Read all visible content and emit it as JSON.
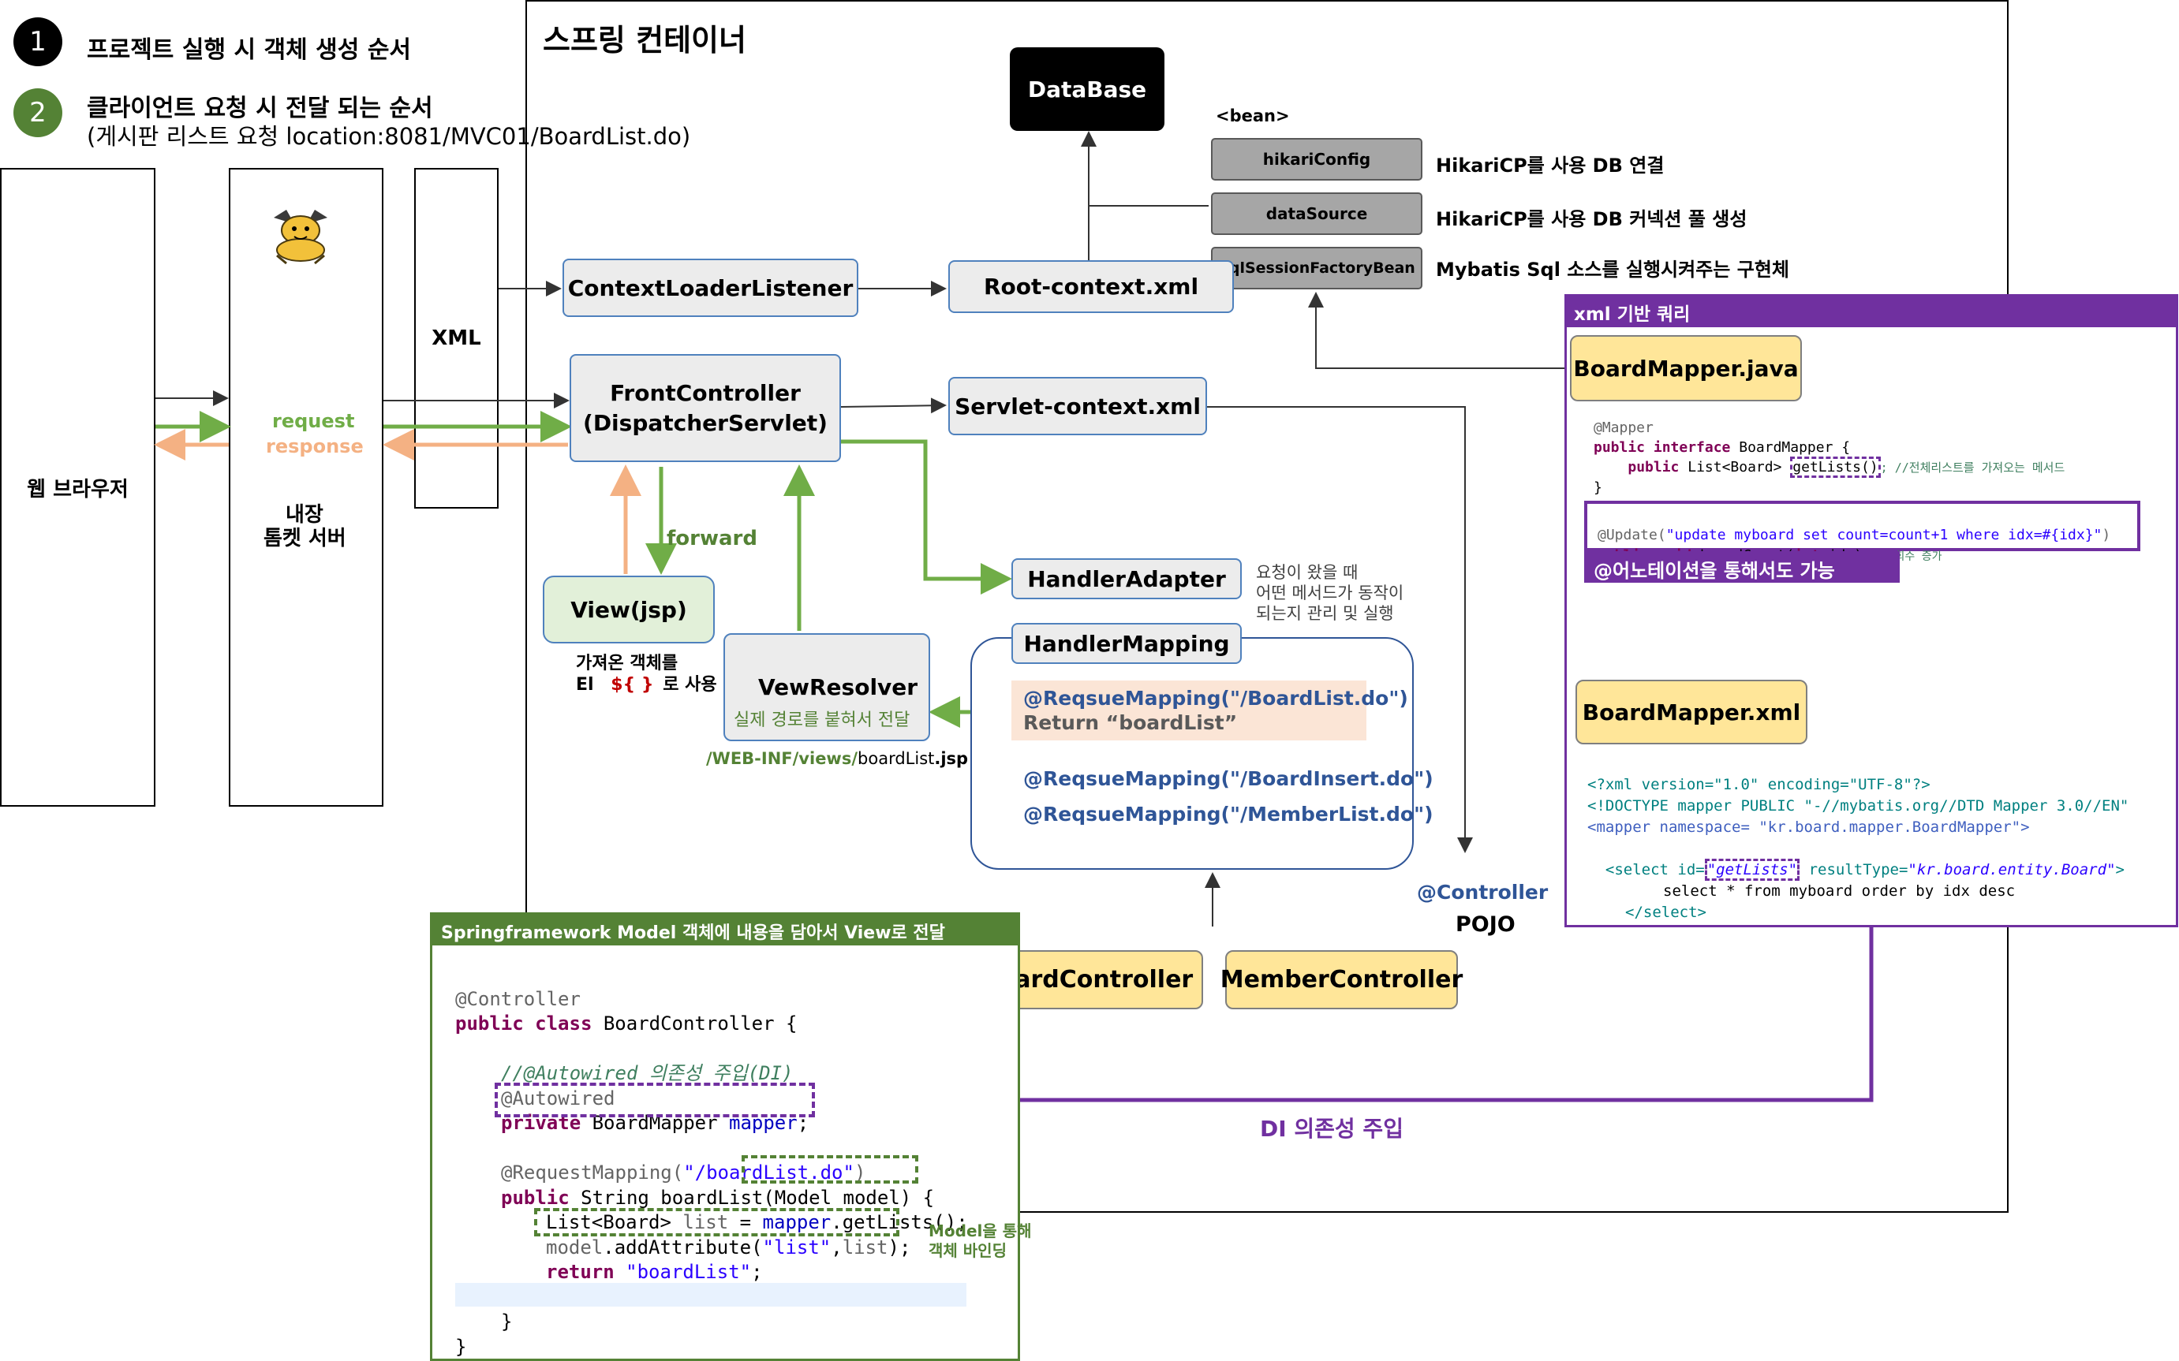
{
  "legend": {
    "item1": {
      "num": "1",
      "text": "프로젝트 실행 시 객체 생성 순서"
    },
    "item2": {
      "num": "2",
      "text": "클라이언트 요청 시 전달 되는 순서",
      "sub": "(게시판 리스트 요청 location:8081/MVC01/BoardList.do)"
    }
  },
  "left": {
    "browser": "웹 브라우저",
    "request": "request",
    "response": "response",
    "tomcat_l1": "내장",
    "tomcat_l2": "톰켓 서버",
    "xml": "XML"
  },
  "container": {
    "title": "스프링 컨테이너",
    "database": "DataBase",
    "bean": "<bean>",
    "beans": [
      {
        "name": "hikariConfig",
        "desc": "HikariCP를 사용 DB 연결"
      },
      {
        "name": "dataSource",
        "desc": "HikariCP를 사용 DB 커넥션 풀 생성"
      },
      {
        "name": "SqlSessionFactoryBean",
        "desc": "Mybatis Sql 소스를 실행시켜주는 구현체"
      }
    ],
    "context_loader": "ContextLoaderListener",
    "root_context": "Root-context.xml",
    "front_controller_l1": "FrontController",
    "front_controller_l2": "(DispatcherServlet)",
    "servlet_context": "Servlet-context.xml",
    "forward": "forward",
    "view": "View(jsp)",
    "view_note_l1": "가져온 객체를",
    "view_note_l2a": "El",
    "view_note_l2b": "${ }",
    "view_note_l2c": "로 사용",
    "resolver": "VewResolver",
    "resolver_sub": "실제 경로를 붙혀서 전달",
    "path_a": "/WEB-INF/views/",
    "path_b": "boardList",
    "path_c": ".jsp",
    "handler_adapter": "HandlerAdapter",
    "adapter_note_l1": "요청이 왔을 때",
    "adapter_note_l2": "어떤 메서드가 동작이",
    "adapter_note_l3": "되는지 관리 및 실행",
    "handler_mapping": "HandlerMapping",
    "mapping1": "@ReqsueMapping(\"/BoardList.do\")",
    "mapping1_ret": "Return “boardList”",
    "mapping2": "@ReqsueMapping(\"/BoardInsert.do\")",
    "mapping3": "@ReqsueMapping(\"/MemberList.do\")",
    "controller_tag": "@Controller",
    "pojo": "POJO",
    "board_controller": "BoardController",
    "member_controller": "MemberController"
  },
  "xml_panel": {
    "header": "xml 기반 쿼리",
    "mapper_java": "BoardMapper.java",
    "java_l1": "@Mapper",
    "java_l2a": "public interface",
    "java_l2b": " BoardMapper {",
    "java_l3a": "public",
    "java_l3b": " List<Board> ",
    "java_l3c": "getLists()",
    "java_l3d": "; //전체리스트를 가져오는 메서드",
    "java_l4": "}",
    "upd_l1a": "@Update(",
    "upd_l1b": "\"update myboard set count=count+1 where idx=#{idx}\"",
    "upd_l1c": ")",
    "upd_l2a": "public void",
    "upd_l2b": " boardCount(",
    "upd_l2c": "int",
    "upd_l2d": " idx);",
    "upd_l2e": "//조회수 증가",
    "annotation_note": "@어노테이션을 통해서도 가능",
    "mapper_xml": "BoardMapper.xml",
    "xml_l1": "<?xml version=\"1.0\" encoding=\"UTF-8\"?>",
    "xml_l2": "<!DOCTYPE mapper PUBLIC \"-//mybatis.org//DTD Mapper 3.0//EN\"",
    "xml_l3": "<mapper namespace= \"kr.board.mapper.BoardMapper\">",
    "xml_l4a": "<select id=",
    "xml_l4b": "\"getLists\"",
    "xml_l4c": " resultType=",
    "xml_l4d": "\"kr.board.entity.Board\"",
    "xml_l4e": ">",
    "xml_l5": "select * from myboard order by idx desc",
    "xml_l6": "</select>"
  },
  "code_panel": {
    "header": "Springframework Model 객체에 내용을 담아서 View로 전달",
    "l1": "@Controller",
    "l2a": "public class",
    "l2b": " BoardController {",
    "l3": "//@Autowired 의존성 주입(DI)",
    "l4": "@Autowired",
    "l5a": "private",
    "l5b": " BoardMapper ",
    "l5c": "mapper",
    "l5d": ";",
    "l6a": "@RequestMapping(",
    "l6b": "\"/boardList.do\"",
    "l6c": ")",
    "l7a": "public",
    "l7b": " String boardList",
    "l7c": "(Model model)",
    "l7d": " {",
    "l8a": "List<Board> ",
    "l8b": "list",
    "l8c": " = ",
    "l8d": "mapper",
    "l8e": ".getLists();",
    "l9a": "model",
    "l9b": ".addAttribute(",
    "l9c": "\"list\"",
    "l9d": ",",
    "l9e": "list",
    "l9f": ");",
    "l10a": "return",
    "l10b": " \"boardList\"",
    "l10c": ";",
    "l11": "}",
    "l12": "}",
    "model_note_l1": "Model을 통해",
    "model_note_l2": "객체 바인딩"
  },
  "di_label": "DI 의존성 주입",
  "colors": {
    "green": "#70ad47",
    "orange": "#f4b183",
    "purple": "#7030a0",
    "blue": "#2f5597",
    "dark_green": "#548235"
  }
}
